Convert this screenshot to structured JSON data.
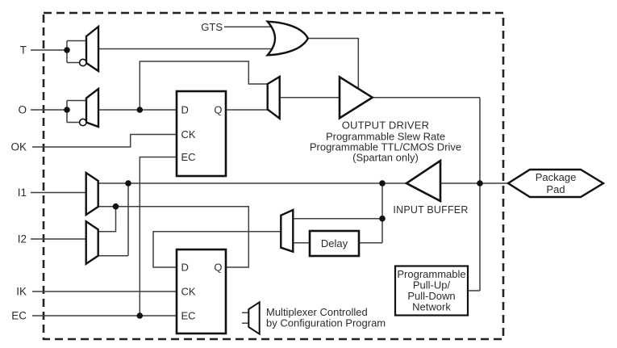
{
  "signals": [
    {
      "label": "T"
    },
    {
      "label": "O"
    },
    {
      "label": "OK"
    },
    {
      "label": "I1"
    },
    {
      "label": "I2"
    },
    {
      "label": "IK"
    },
    {
      "label": "EC"
    }
  ],
  "gts": {
    "label": "GTS"
  },
  "ff_ports": {
    "d": "D",
    "q": "Q",
    "ck": "CK",
    "ec": "EC"
  },
  "output_driver": {
    "title": "OUTPUT DRIVER",
    "line2": "Programmable Slew Rate",
    "line3": "Programmable TTL/CMOS Drive",
    "line4": "(Spartan only)"
  },
  "input_buffer": {
    "label": "INPUT BUFFER"
  },
  "delay": {
    "label": "Delay"
  },
  "pullup_network": {
    "line1": "Programmable",
    "line2": "Pull-Up/",
    "line3": "Pull-Down",
    "line4": "Network"
  },
  "package_pad": {
    "line1": "Package",
    "line2": "Pad"
  },
  "legend": {
    "line1": "Multiplexer Controlled",
    "line2": "by Configuration Program"
  },
  "colors": {
    "wire": "#3f3f3f",
    "outline": "#111111",
    "text": "#2b2b2b",
    "background": "#ffffff"
  }
}
